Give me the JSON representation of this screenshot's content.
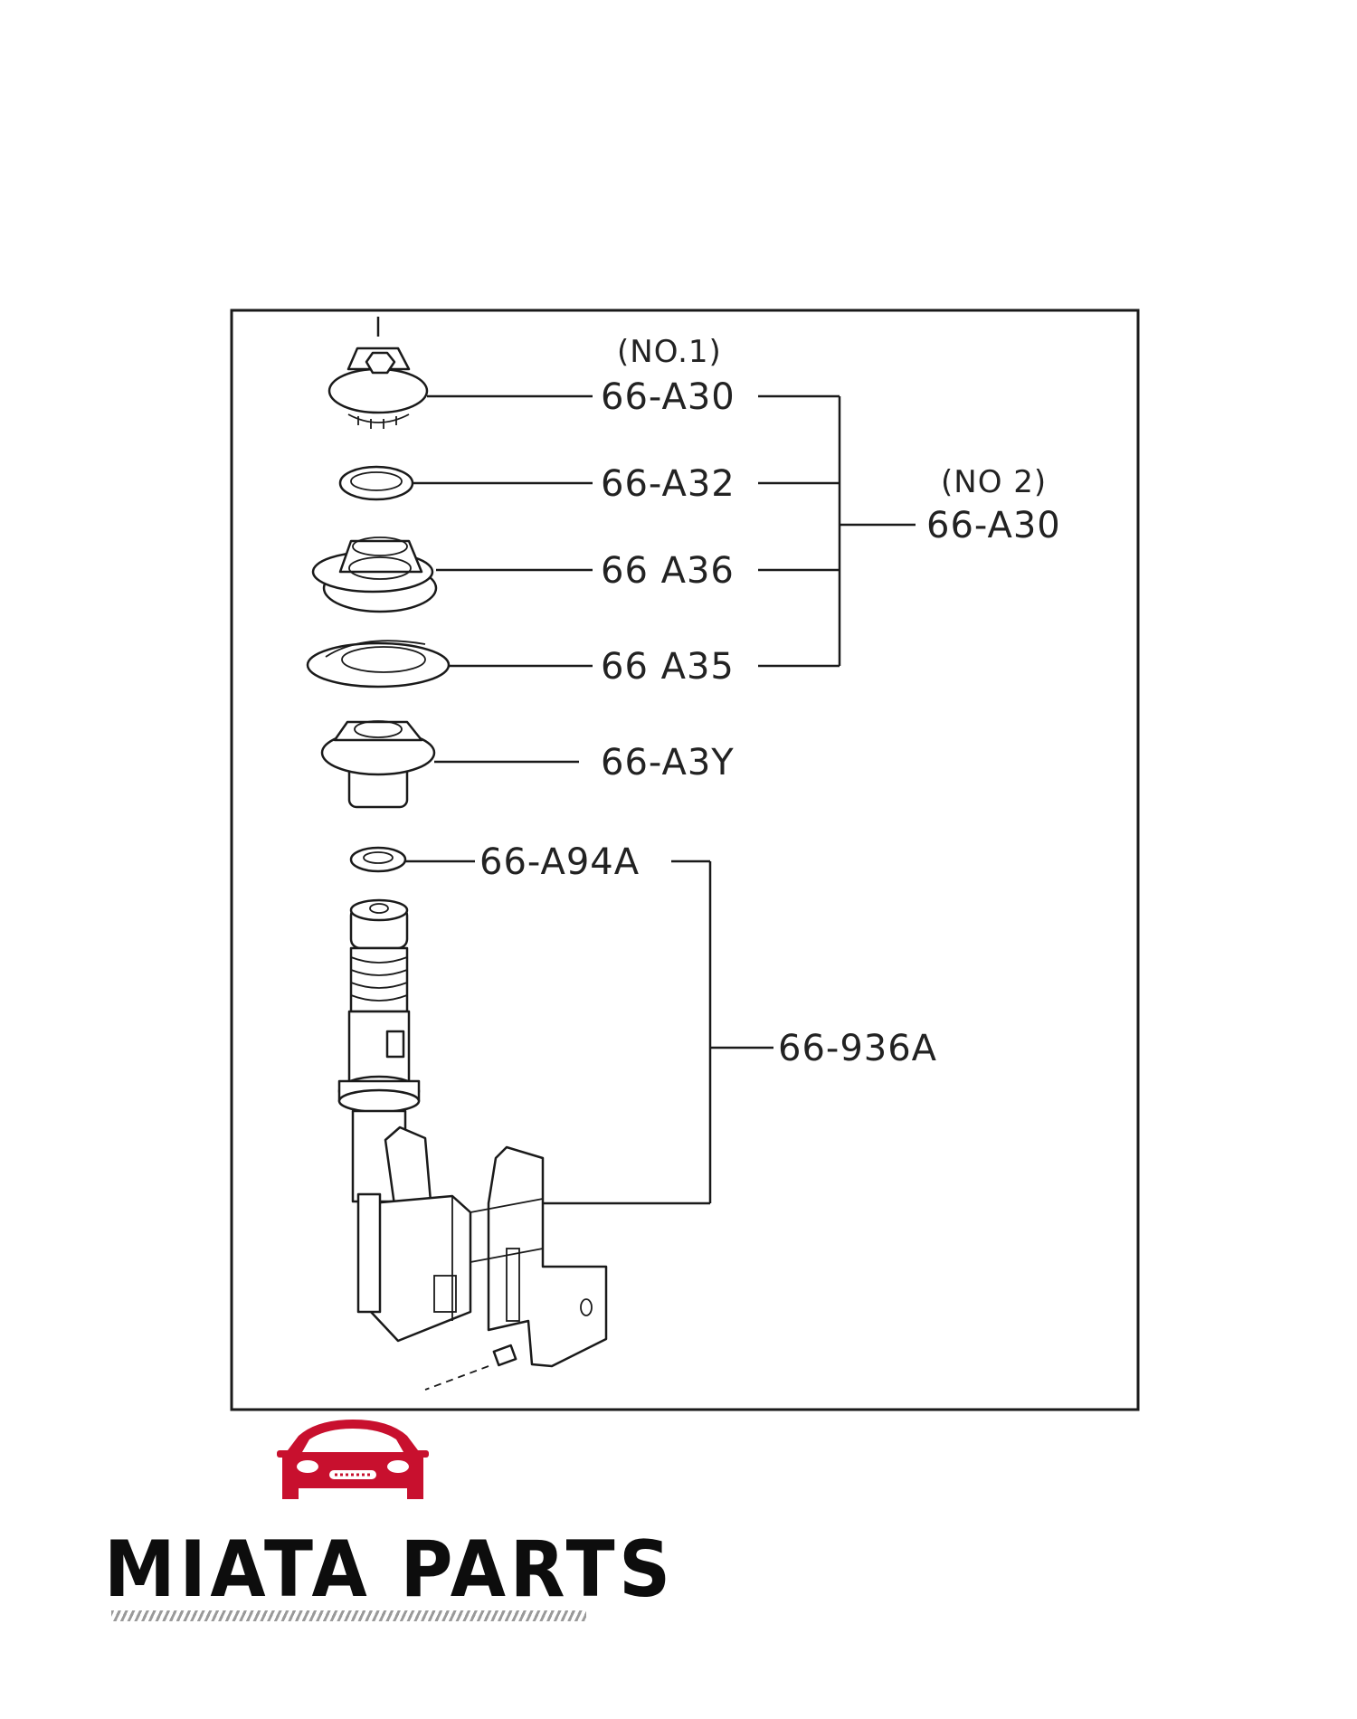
{
  "diagram": {
    "labels": {
      "no1": "(NO.1)",
      "no2": "(NO 2)",
      "a30_no1": "66-A30",
      "a32": "66-A32",
      "a36": "66 A36",
      "a35": "66 A35",
      "a3y": "66-A3Y",
      "a30_no2": "66-A30",
      "a94a": "66-A94A",
      "p936a": "66-936A"
    }
  },
  "logo": {
    "text": "MIATA PARTS",
    "brand_color": "#c8102e"
  }
}
